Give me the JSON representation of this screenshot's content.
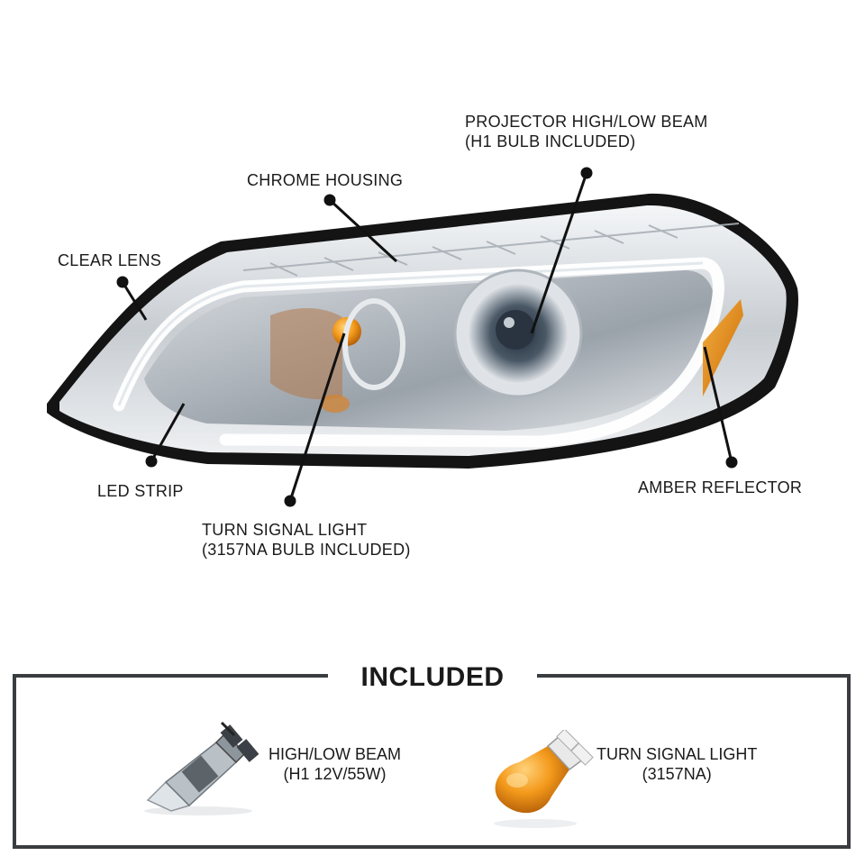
{
  "callouts": {
    "projector": {
      "line1": "PROJECTOR HIGH/LOW BEAM",
      "line2": "(H1 BULB INCLUDED)"
    },
    "chrome_housing": "CHROME HOUSING",
    "clear_lens": "CLEAR LENS",
    "led_strip": "LED STRIP",
    "turn_signal": {
      "line1": "TURN SIGNAL LIGHT",
      "line2": "(3157NA BULB INCLUDED)"
    },
    "amber_reflector": "AMBER REFLECTOR"
  },
  "included": {
    "title": "INCLUDED",
    "items": [
      {
        "line1": "HIGH/LOW BEAM",
        "line2": "(H1 12V/55W)",
        "icon": "h1-bulb-icon"
      },
      {
        "line1": "TURN SIGNAL LIGHT",
        "line2": "(3157NA)",
        "icon": "3157na-bulb-icon"
      }
    ]
  },
  "colors": {
    "frame": "#3a3d40",
    "amber": "#e8890c",
    "chrome": "#c9ced3",
    "trim": "#141414"
  }
}
